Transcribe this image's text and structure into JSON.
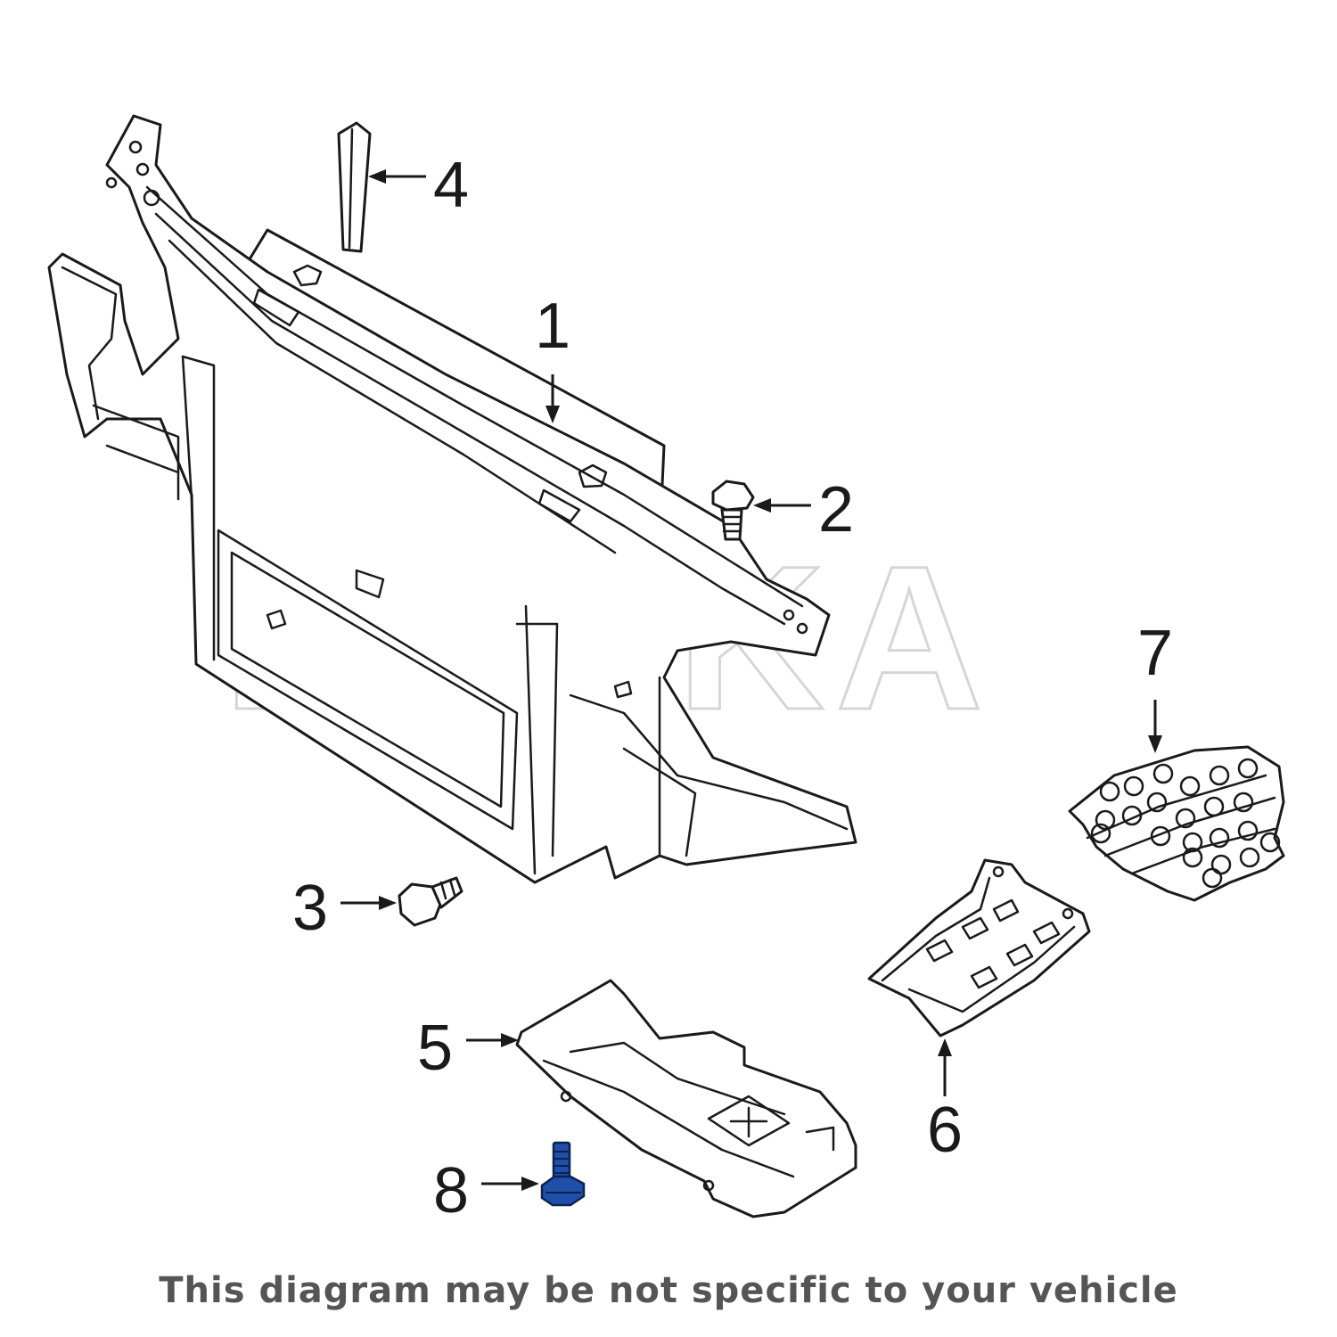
{
  "watermark": "REXKA",
  "callouts": [
    {
      "id": "1",
      "label": "1"
    },
    {
      "id": "2",
      "label": "2"
    },
    {
      "id": "3",
      "label": "3"
    },
    {
      "id": "4",
      "label": "4"
    },
    {
      "id": "5",
      "label": "5"
    },
    {
      "id": "6",
      "label": "6"
    },
    {
      "id": "7",
      "label": "7"
    },
    {
      "id": "8",
      "label": "8"
    }
  ],
  "highlight_color": "#1f4fa8",
  "disclaimer": "This diagram may be not specific to your vehicle"
}
